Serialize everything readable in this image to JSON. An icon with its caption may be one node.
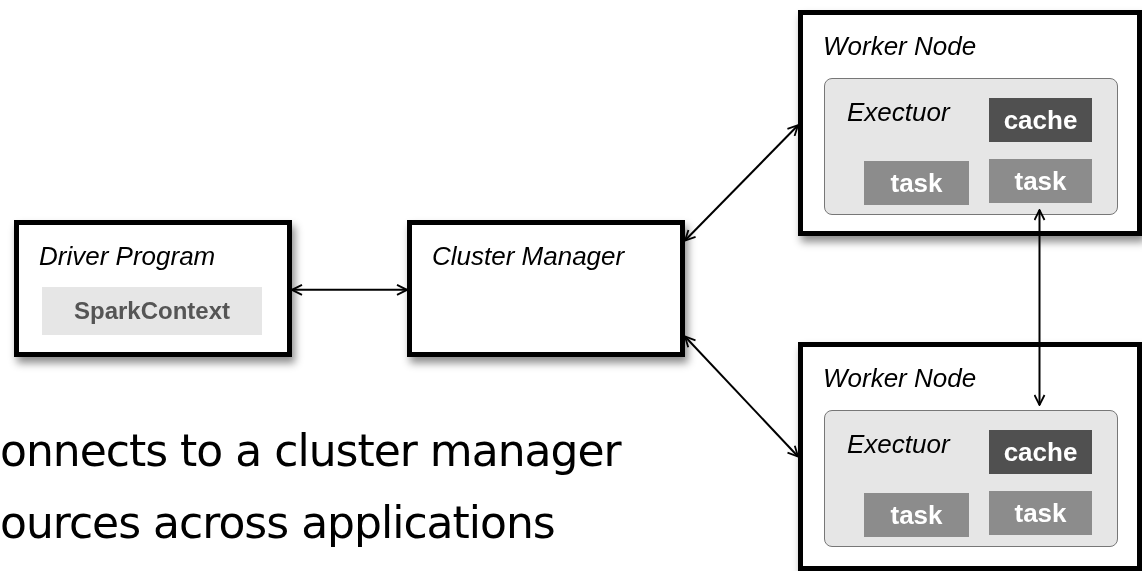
{
  "diagram": {
    "nodes": [
      {
        "text": [
          "Driver Program"
        ]
      },
      {
        "text": [
          "SparkContext"
        ],
        "in": 0
      },
      {
        "text": [
          "Cluster Manager"
        ]
      },
      {
        "text": [
          "Worker Node"
        ]
      },
      {
        "text": [
          "Exectuor"
        ],
        "in": 3
      },
      {
        "text": [
          "cache"
        ],
        "in": 4
      },
      {
        "text": [
          "task"
        ],
        "in": 4
      },
      {
        "text": [
          "task"
        ],
        "in": 4
      },
      {
        "text": [
          "Worker Node"
        ]
      },
      {
        "text": [
          "Exectuor"
        ],
        "in": 8
      },
      {
        "text": [
          "cache"
        ],
        "in": 9
      },
      {
        "text": [
          "task"
        ],
        "in": 9
      },
      {
        "text": [
          "task"
        ],
        "in": 9
      }
    ],
    "edges": [
      {
        "from": 0,
        "to": 2,
        "arrow": "both"
      },
      {
        "from": 2,
        "to": 3,
        "arrow": "both"
      },
      {
        "from": 2,
        "to": 8,
        "arrow": "both"
      },
      {
        "from": 4,
        "to": 9,
        "arrow": "both"
      }
    ],
    "labels": [
      "onnects to a cluster manager",
      "ources across applications"
    ]
  }
}
